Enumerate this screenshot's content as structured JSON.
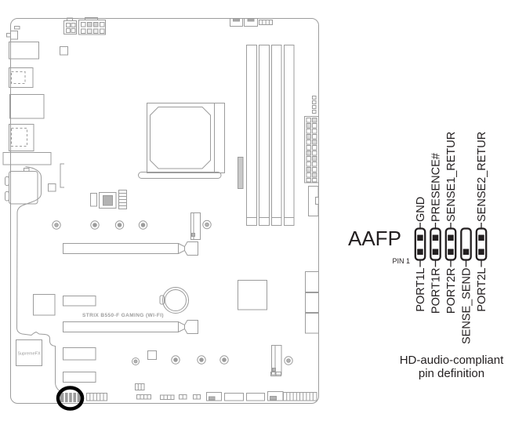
{
  "board": {
    "model_label": "STRIX B550-F GAMING (WI-FI)",
    "audio_chip_label": "SupremeFX"
  },
  "callout": {
    "header_name": "AAFP",
    "pin1_label": "PIN 1",
    "top_pin_labels": [
      "GND",
      "PRESENCE#",
      "SENSE1_RETUR",
      "SENSE2_RETUR"
    ],
    "bottom_pin_labels": [
      "PORT1L",
      "PORT1R",
      "PORT2R",
      "SENSE_SEND",
      "PORT2L"
    ],
    "caption_line1": "HD-audio-compliant",
    "caption_line2": "pin definition"
  },
  "colors": {
    "board_line": "#9c9c9c",
    "callout_ink": "#231f20",
    "highlight_ring": "#000000"
  }
}
